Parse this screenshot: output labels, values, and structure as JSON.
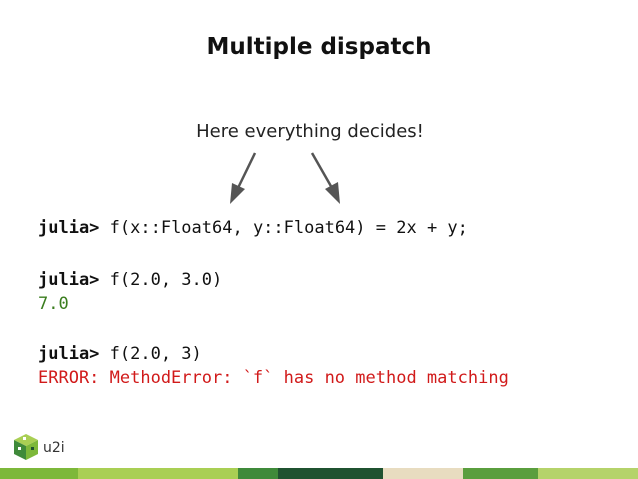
{
  "slide": {
    "title": "Multiple dispatch",
    "annotation": "Here everything decides!",
    "code": [
      {
        "prompt": "julia>",
        "text": " f(x::Float64, y::Float64) = 2x + y;"
      },
      {
        "prompt": "julia>",
        "text": " f(2.0, 3.0)"
      },
      {
        "output": "7.0"
      },
      {
        "prompt": "julia>",
        "text": " f(2.0, 3)"
      },
      {
        "error": "ERROR: MethodError: `f` has no method matching"
      }
    ],
    "logo_text": "u2i"
  },
  "colors": {
    "output": "#3a7d1e",
    "error": "#d11a1a",
    "footer": [
      "#7db83a",
      "#a9cf54",
      "#3f8a3a",
      "#1f5230",
      "#e8dcc0",
      "#5a9e3e",
      "#b5d36a"
    ]
  },
  "icons": {
    "logo": "u2i-cube-logo-icon",
    "arrow_left": "arrow-down-left-icon",
    "arrow_right": "arrow-down-right-icon"
  }
}
